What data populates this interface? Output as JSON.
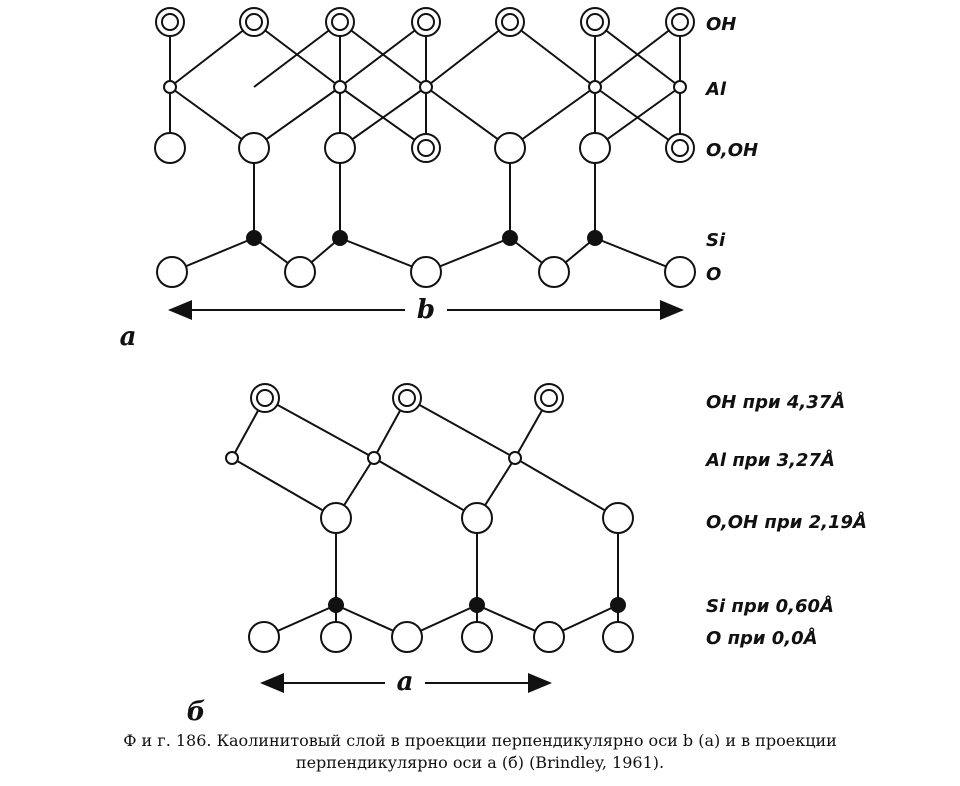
{
  "figure_a": {
    "panel_label": "a",
    "axis_label": "b",
    "labels": {
      "oh": "OH",
      "al": "Al",
      "o_oh": "O,OH",
      "si": "Si",
      "o": "O"
    }
  },
  "figure_b": {
    "panel_label": "б",
    "axis_label": "a",
    "labels": {
      "oh": "OH при 4,37Å",
      "al": "Al при 3,27Å",
      "o_oh": "O,OH при 2,19Å",
      "si": "Si при 0,60Å",
      "o": "O при 0,0Å"
    }
  },
  "caption": {
    "line1": "Ф и г. 186. Каолинитовый слой в проекции перпендикулярно оси b (a) и в проекции",
    "line2": "перпендикулярно оси a (б) (Brindley, 1961)."
  }
}
